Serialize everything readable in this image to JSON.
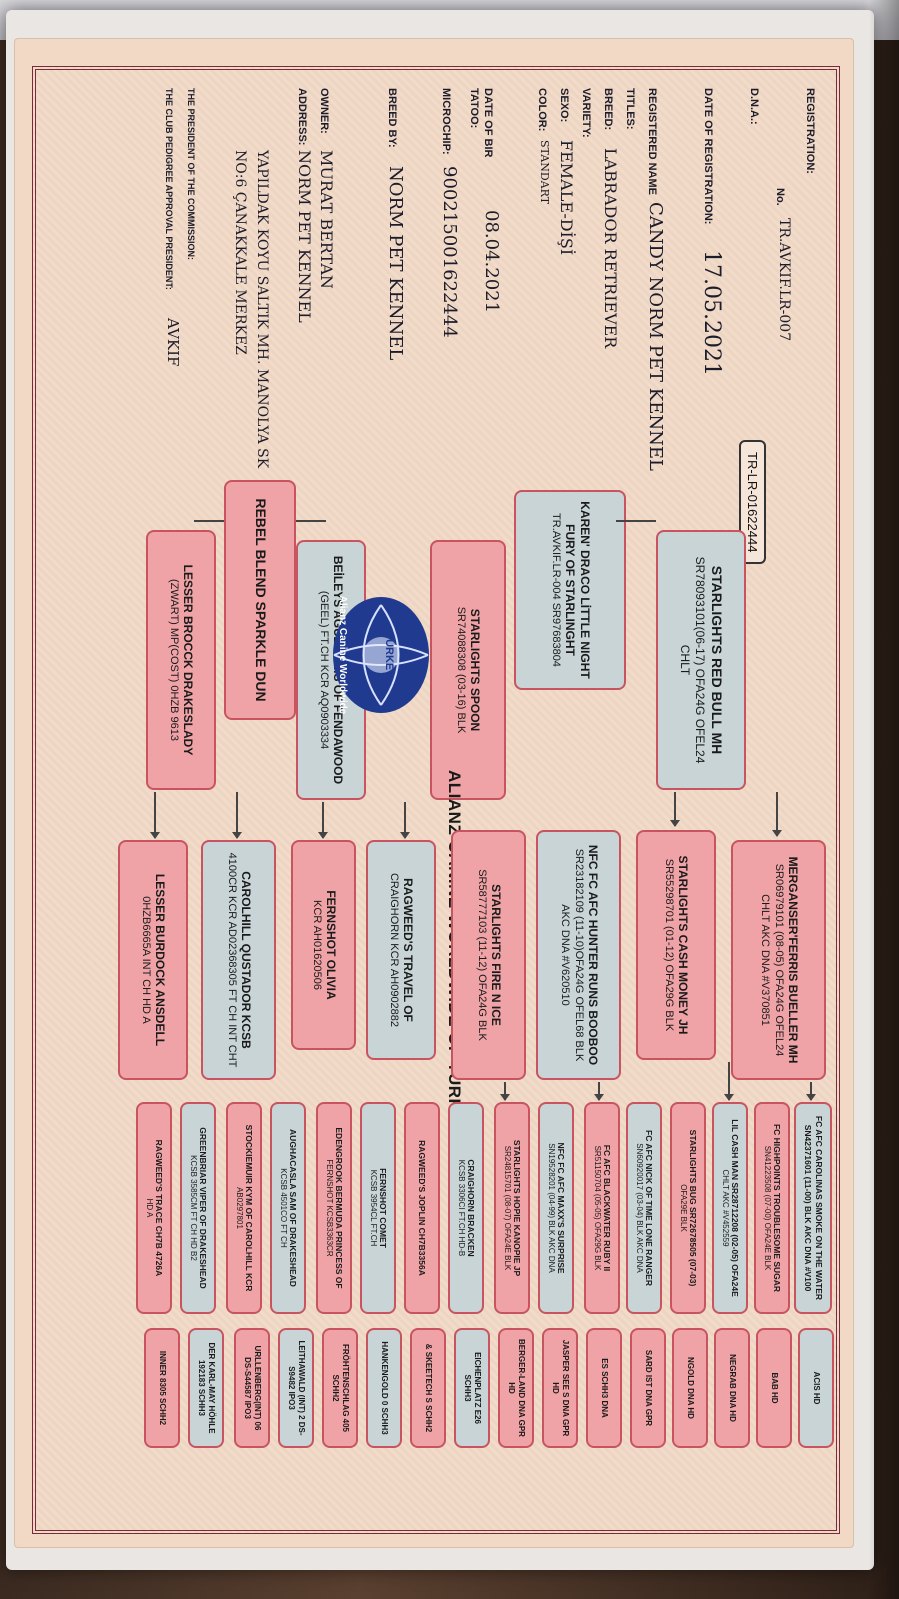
{
  "registry_number": "TR-LR-01622444",
  "organization": "ALIANZ CANINE WORLDWIDE OF TURKEY",
  "logo_text": [
    "TURKEY",
    "Alianz Canine Worldwide"
  ],
  "fields": {
    "registration_label": "REGISTRATION:",
    "no_label": "No.",
    "no_value": "TR.AVKIF.LR-007",
    "dna_label": "D.N.A.:",
    "date_of_registration_label": "DATE OF REGISTRATION:",
    "date_of_registration_value": "17.05.2021",
    "registered_name_label": "REGISTERED NAME",
    "registered_name_value": "CANDY NORM PET KENNEL",
    "titles_label": "TITLES:",
    "breed_label": "BREED:",
    "breed_value": "LABRADOR RETRIEVER",
    "variety_label": "VARIETY:",
    "sexo_label": "SEXO:",
    "sexo_value": "FEMALE-DİŞİ",
    "color_label": "COLOR:",
    "color_value": "STANDART",
    "date_of_birth_label": "DATE OF BIR",
    "date_of_birth_value": "08.04.2021",
    "tatoo_label": "TATOO:",
    "microchip_label": "MICROCHIP:",
    "microchip_value": "900215001622444",
    "breed_by_label": "BREED BY:",
    "breed_by_value": "NORM PET KENNEL",
    "owner_label": "OWNER:",
    "owner_value": "MURAT BERTAN",
    "address_label": "ADDRESS:",
    "address_value_1": "NORM PET KENNEL",
    "address_value_2": "YAPILDAK KOYU SALTIK MH. MANOLYA SK",
    "address_value_3": "NO:6 ÇANAKKALE MERKEZ",
    "president_commission_label": "THE PRESIDENT OF THE COMMISSION:",
    "club_president_label": "THE CLUB PEDIGREE APPROVAL PRESIDENT:",
    "club_president_value": "AVKIF"
  },
  "pedigree": {
    "sire": {
      "name": "STARLIGHTS RED BULL MH",
      "info": "SR78093101(06-17) OFA24G OFEL24 CHLT"
    },
    "dam": {
      "name": "REBEL BLEND SPARKLE DUN",
      "info": ""
    },
    "sire_sire": {
      "name": "KAREN' DRACO LİTTLE NIGHT FURY OF STARLINGHT",
      "info": "TR.AVKIF.LR-004 SR97683804"
    },
    "sire_dam": {
      "name": "STARLIGHTS SPOON",
      "info": "SR74088308 (03-16) BLK"
    },
    "dam_sire": {
      "name": "BEİLEYS AGUZANNIS OF FENDAWOOD",
      "info": "(GEEL) FT.CH KCR AQ0903334"
    },
    "dam_dam": {
      "name": "LESSER BROCCK DRAKESLADY",
      "info": "(ZWART) MP(COST) 0HZB 9613"
    },
    "gen3": [
      {
        "name": "MERGANSER'FERRIS BUELLER MH",
        "info": "SR06979101 (08-05) OFA24G OFEL24 CHLT AKC DNA #V370851"
      },
      {
        "name": "STARLIGHTS CASH MONEY JH",
        "info": "SR55298701 (01-12) OFA29G BLK"
      },
      {
        "name": "NFC FC AFC HUNTER RUNS BOOBOO",
        "info": "SR23182109 (11-10)OFA24G OFEL68 BLK AKC DNA #V620510"
      },
      {
        "name": "STARLIGHTS FIRE N ICE",
        "info": "SR58777103 (11-12) OFA24G BLK"
      },
      {
        "name": "RAGWEED'S TRAVEL OF",
        "info": "CRAIGHORN KCR AH0902882"
      },
      {
        "name": "FERNSHOT OLIVIA",
        "info": "KCR AH01620506"
      },
      {
        "name": "CAROLHILL QUSTADOR KCSB",
        "info": "4100CR KCR AD02368305 FT CH INT CHT"
      },
      {
        "name": "LESSER BURDOCK ANSDELL",
        "info": "0HZB6665A INT CH HD A"
      }
    ],
    "gen4": [
      {
        "name": "FC AFC CAROLINAS SMOKE ON THE WATER SN42371601 (11-00) BLK AKC DNA #V100",
        "info": ""
      },
      {
        "name": "FC HIGHPOINTS TROUBLESOME SUGAR",
        "info": "SN41223508 (07-00) OFA24E BLK"
      },
      {
        "name": "LIL CASH MAN SR28712208 (02-05) OFA24E",
        "info": "CHLT AKC #V452559"
      },
      {
        "name": "STARLIGHTS BUG SR72678505 (07-03)",
        "info": "OFA29E BLK"
      },
      {
        "name": "FC AFC NICK OF TIME LONE RANGER",
        "info": "SN60920017 (03-04) BLK AKC DNA"
      },
      {
        "name": "FC AFC BLACKWATER RUBY II",
        "info": "SR51150704 (05-05) OFA29G BLK"
      },
      {
        "name": "NFC FC AFC MAXX'S SURPRISE",
        "info": "SN19528201 (04-99) BLK AKC DNA"
      },
      {
        "name": "STARLIGHTS HOPIE KANOPIE JP",
        "info": "SR24815701 (08-07) OFA24E BLK"
      },
      {
        "name": "CRAIGHORN BRACKEN",
        "info": "KCSB 3306CI FT.CH HD-B"
      },
      {
        "name": "RAGWEED'S JOPLIN CH7B3356A",
        "info": ""
      },
      {
        "name": "FERNSHOT COMET",
        "info": "KCSB 3954CL FT.CH"
      },
      {
        "name": "EDENGROOK BERMUDA PRINCESS OF",
        "info": "FERNSHOT KCSB3363CR"
      },
      {
        "name": "AUGHACASLA SAM OF DRAKESHEAD",
        "info": "KCSB 4501CO FT CH"
      },
      {
        "name": "STOCKIEMUIR KYM OF CAROLHILL KCR",
        "info": "AB0297801"
      },
      {
        "name": "GREENBRIAR VIPER OF DRAKESHEAD",
        "info": "KCSB 3585CM FT CH HD B2"
      },
      {
        "name": "RAGWEED'S TRACE CH7B 4726A",
        "info": "HD A"
      }
    ],
    "gen5": [
      "ACIS HD",
      "BAB HD",
      "NEGRAB DNA HD",
      "NGOLD DNA HD",
      "SARD IST DNA GPR",
      "ES SCHH3 DNA",
      "JASPER SEE S DNA GPR HD",
      "BERGER-LAND DNA GPR HD",
      "EICHENPLATZ E26 SCHH3",
      "& SKEETECH S SCHH2",
      "HANKENGOLD 0 SCHH3",
      "FRÖHTENSCHLAG 405 SCHH2",
      "LEITHAWALD (INT) 2 DS-S9482 IPO3",
      "URLLENBERG(INT) 06 DS-S44587 IPO3",
      "DER KARL-MAY HÖHLE 192183 SCHH3",
      "INNER 8305 SCHH2"
    ]
  }
}
